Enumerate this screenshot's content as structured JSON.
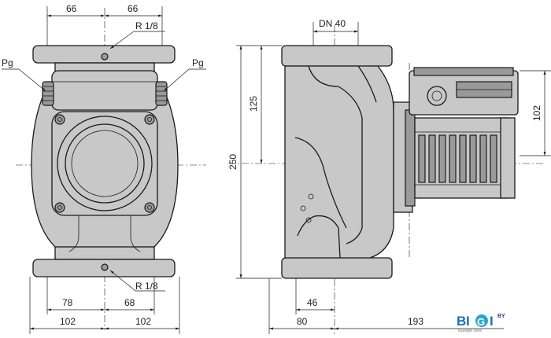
{
  "front_view": {
    "top_dims": [
      "66",
      "66"
    ],
    "thread_top": "R 1/8",
    "thread_bottom": "R 1/8",
    "port_left": "Pg",
    "port_right": "Pg",
    "bottom_dims_row1": [
      "78",
      "68"
    ],
    "bottom_dims_row2": [
      "102",
      "102"
    ]
  },
  "side_view": {
    "flange_label": "DN 40",
    "height_total": "250",
    "height_upper": "125",
    "motor_height": "102",
    "bottom_dim_inner": "46",
    "bottom_dims": [
      "80",
      "193"
    ]
  },
  "logo": {
    "letters": [
      "B",
      "I",
      "G",
      "I"
    ],
    "suffix": "BY",
    "tagline": "Выбери своё",
    "colors": {
      "blue": "#1b6fb8",
      "teal": "#2aa7c9",
      "dark": "#1d3f6e"
    }
  }
}
